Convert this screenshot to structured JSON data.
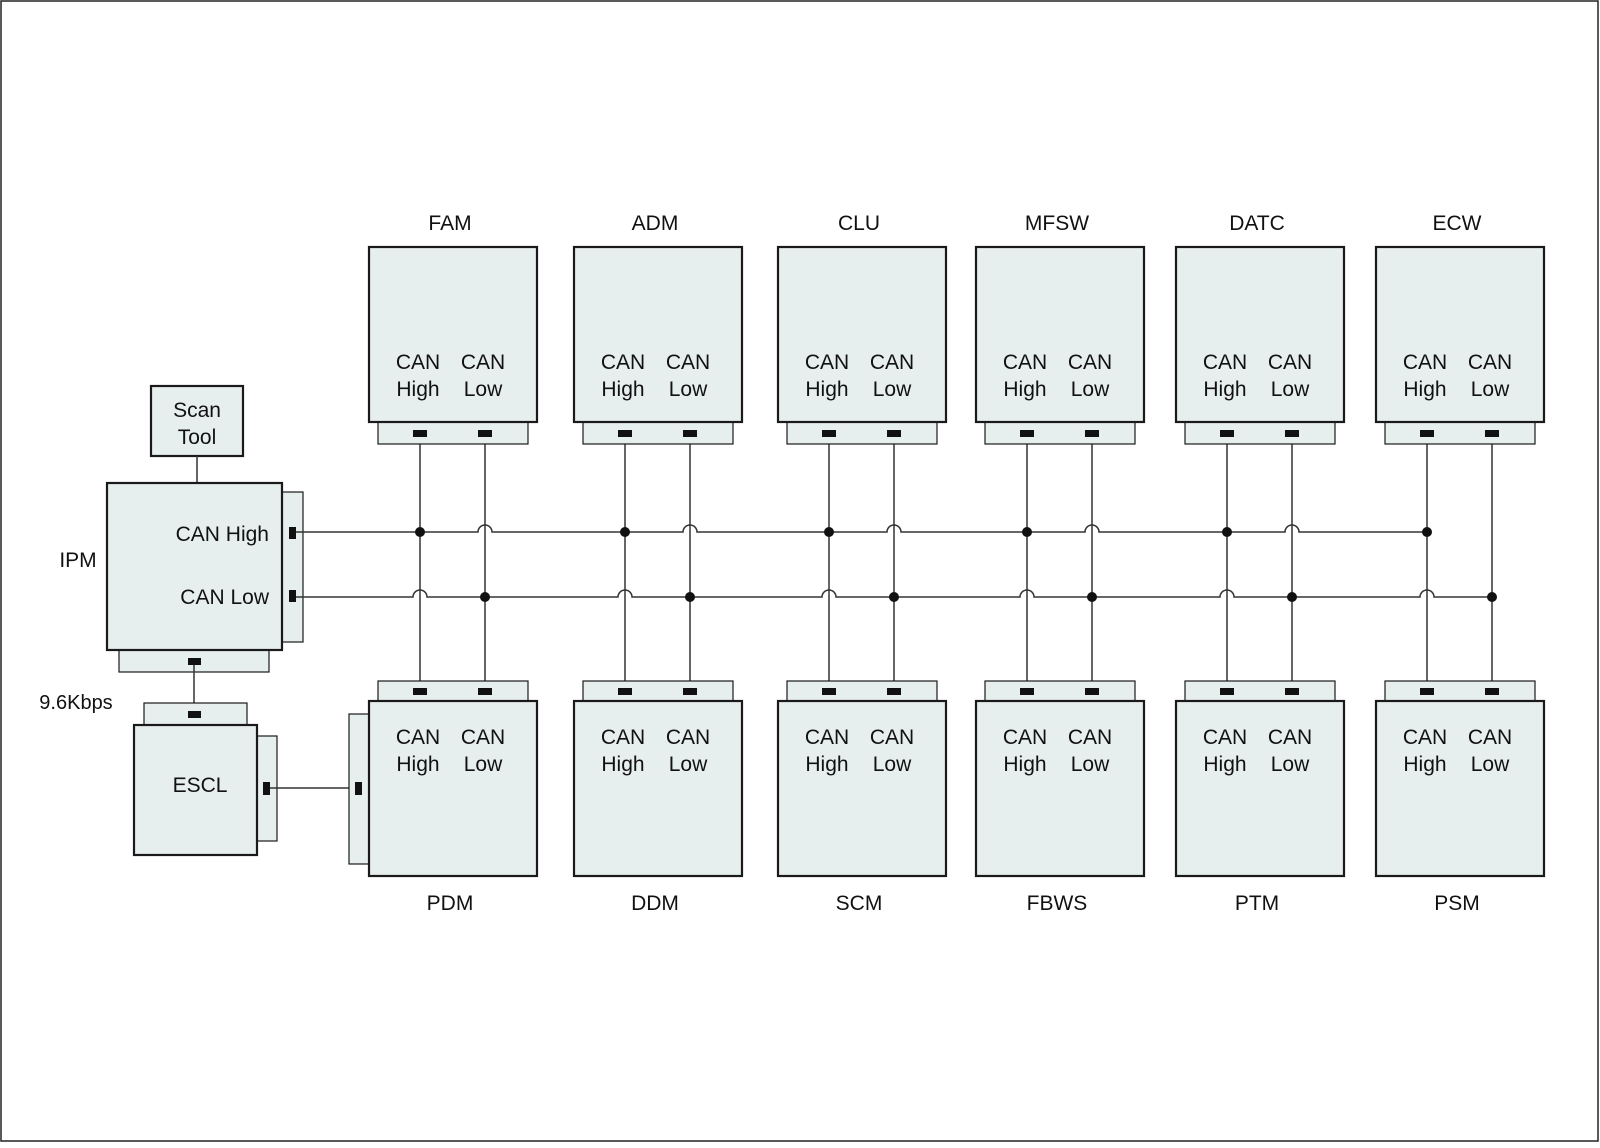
{
  "diagram": {
    "colors": {
      "box_fill": "#e7eeee",
      "stroke": "#1a1a1a",
      "wire": "#333333",
      "dot": "#111111",
      "background": "#ffffff"
    },
    "scan_tool": {
      "line1": "Scan",
      "line2": "Tool"
    },
    "ipm": {
      "label": "IPM",
      "can_high": "CAN High",
      "can_low": "CAN Low"
    },
    "baud": "9.6Kbps",
    "escl": {
      "label": "ESCL"
    },
    "pin_labels": {
      "can": "CAN",
      "high": "High",
      "low": "Low"
    },
    "top_modules": [
      "FAM",
      "ADM",
      "CLU",
      "MFSW",
      "DATC",
      "ECW"
    ],
    "bottom_modules": [
      "PDM",
      "DDM",
      "SCM",
      "FBWS",
      "PTM",
      "PSM"
    ]
  }
}
